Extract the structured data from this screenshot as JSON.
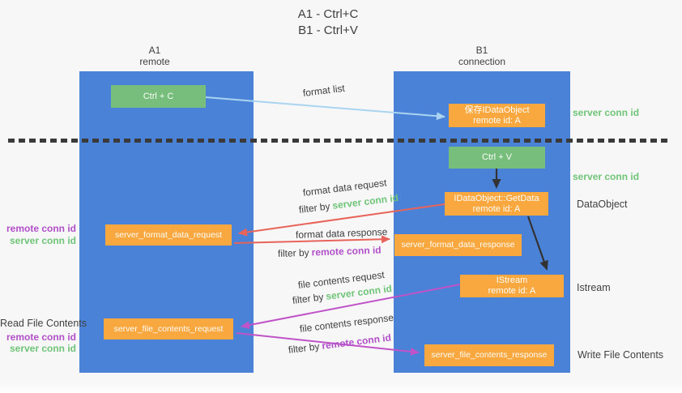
{
  "title": {
    "line1": "A1 - Ctrl+C",
    "line2": "B1 - Ctrl+V"
  },
  "columns": {
    "left": {
      "title": "A1",
      "subtitle": "remote"
    },
    "right": {
      "title": "B1",
      "subtitle": "connection"
    }
  },
  "nodes": {
    "ctrl_c": {
      "label": "Ctrl + C"
    },
    "save_dataobject": {
      "line1": "保存IDataObject",
      "line2": "remote id: A"
    },
    "ctrl_v": {
      "label": "Ctrl + V"
    },
    "getdata": {
      "line1": "IDataObject::GetData",
      "line2": "remote id: A"
    },
    "istream": {
      "line1": "IStream",
      "line2": "remote id: A"
    },
    "format_request": {
      "label": "server_format_data_request"
    },
    "format_response": {
      "label": "server_format_data_response"
    },
    "file_request": {
      "label": "server_file_contents_request"
    },
    "file_response": {
      "label": "server_file_contents_response"
    }
  },
  "flow_labels": {
    "format_list": "format list",
    "format_data_request": "format data request",
    "format_data_response": "format data response",
    "file_contents_request": "file contents request",
    "file_contents_response": "file contents response",
    "filter_by": "filter by",
    "server_conn_id": "server conn id",
    "remote_conn_id": "remote conn id"
  },
  "side_labels": {
    "left": {
      "remote_conn_id_top": "remote conn id",
      "server_conn_id_top": "server conn id",
      "read_file_contents": "Read File Contents",
      "remote_conn_id_bottom": "remote conn id",
      "server_conn_id_bottom": "server conn id"
    },
    "right": {
      "server_conn_id_top": "server conn id",
      "server_conn_id_mid": "server conn id",
      "dataobject": "DataObject",
      "istream": "Istream",
      "write_file_contents": "Write File Contents"
    }
  },
  "colors": {
    "background": "#F7F7F8",
    "column_blue": "#4A82D8",
    "node_green": "#77BD7B",
    "node_orange": "#F9A83F",
    "arrow_light_blue": "#A9D4F0",
    "arrow_red": "#E8645A",
    "arrow_magenta": "#C053C8",
    "arrow_black": "#333333",
    "text_green": "#6FC477",
    "text_purple": "#B14FC8",
    "text_dark": "#3F3F3F",
    "dash_line": "#3A3A3A"
  }
}
